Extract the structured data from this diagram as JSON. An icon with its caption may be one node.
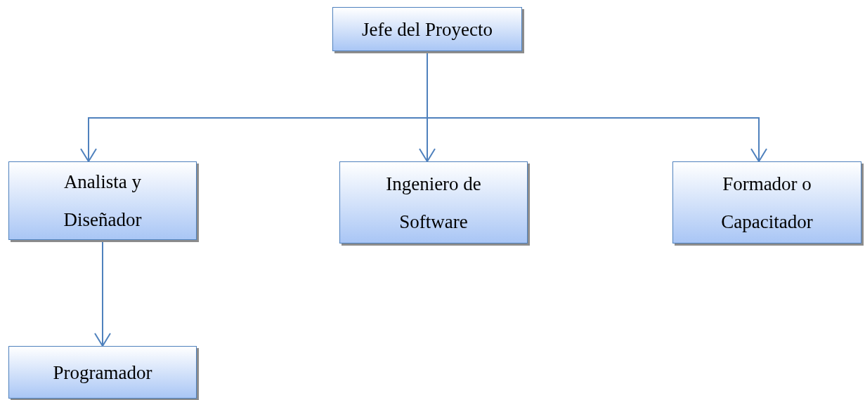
{
  "diagram": {
    "nodes": [
      {
        "text": [
          "Jefe del Proyecto"
        ]
      },
      {
        "text": [
          "Analista y Diseñador"
        ]
      },
      {
        "text": [
          "Ingeniero de Software"
        ]
      },
      {
        "text": [
          "Formador o Capacitador"
        ]
      },
      {
        "text": [
          "Programador"
        ]
      }
    ],
    "edges": [
      {
        "from": 0,
        "to": 1,
        "arrow": "to"
      },
      {
        "from": 0,
        "to": 2,
        "arrow": "to"
      },
      {
        "from": 0,
        "to": 3,
        "arrow": "to"
      },
      {
        "from": 1,
        "to": 4,
        "arrow": "to"
      }
    ]
  }
}
